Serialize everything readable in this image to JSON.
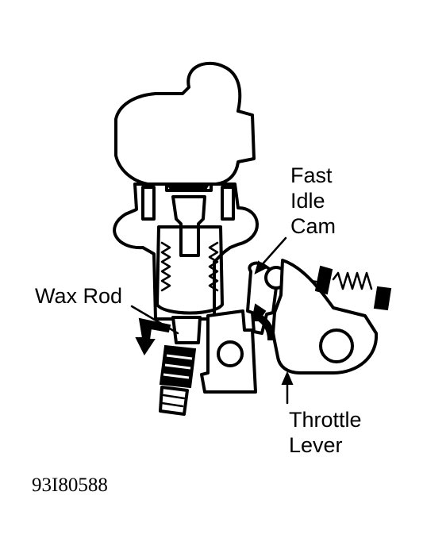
{
  "labels": {
    "fast_idle_cam": [
      "Fast",
      "Idle",
      "Cam"
    ],
    "wax_rod": "Wax Rod",
    "throttle_lever": [
      "Throttle",
      "Lever"
    ]
  },
  "figure_code": "93I80588",
  "colors": {
    "ink": "#000000",
    "paper": "#ffffff"
  }
}
